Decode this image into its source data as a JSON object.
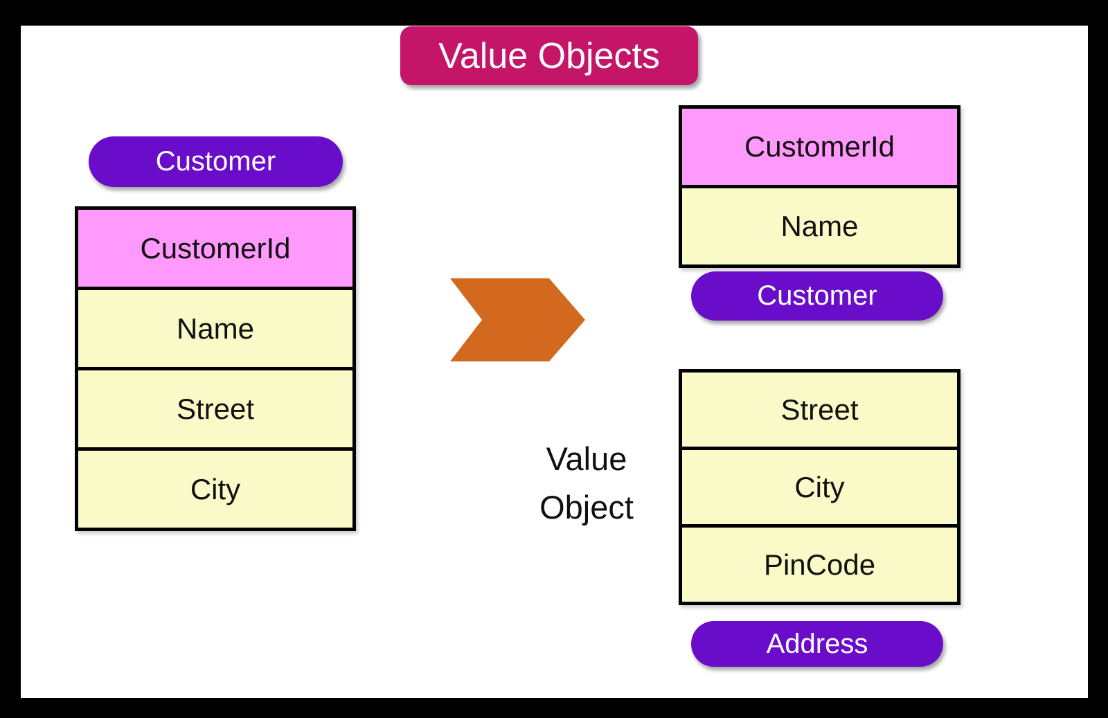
{
  "title": {
    "label": "Value Objects"
  },
  "colors": {
    "frame": "#000000",
    "canvas": "#ffffff",
    "banner": "#c41568",
    "pill": "#6a0dca",
    "pink": "#ff99fb",
    "yellow": "#faf9c8",
    "orange": "#d2691e",
    "border": "#000000",
    "text_dark": "#111111",
    "text_light": "#ffffff"
  },
  "left_entity": {
    "badge": "Customer",
    "rows": [
      {
        "label": "CustomerId",
        "kind": "identity"
      },
      {
        "label": "Name",
        "kind": "attribute"
      },
      {
        "label": "Street",
        "kind": "attribute"
      },
      {
        "label": "City",
        "kind": "attribute"
      }
    ]
  },
  "right_entity": {
    "badge": "Customer",
    "rows": [
      {
        "label": "CustomerId",
        "kind": "identity"
      },
      {
        "label": "Name",
        "kind": "attribute"
      }
    ]
  },
  "value_object_entity": {
    "badge": "Address",
    "rows": [
      {
        "label": "Street",
        "kind": "attribute"
      },
      {
        "label": "City",
        "kind": "attribute"
      },
      {
        "label": "PinCode",
        "kind": "attribute"
      }
    ]
  },
  "annotation": {
    "line1": "Value",
    "line2": "Object"
  },
  "icons": {
    "arrow": "transform-chevron-right"
  }
}
